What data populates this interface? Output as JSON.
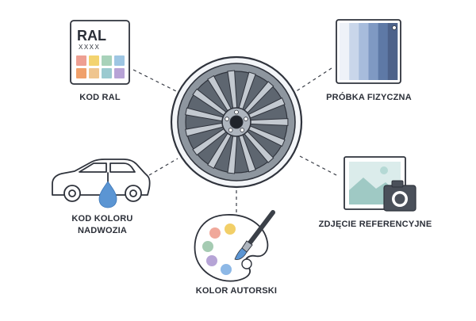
{
  "ral": {
    "card_title": "RAL",
    "card_code": "XXXX",
    "label": "KOD RAL",
    "swatches": [
      "#ee9f92",
      "#f3d36f",
      "#a8d2ba",
      "#9ec6e3",
      "#f0a06a",
      "#efc58f",
      "#9bcad0",
      "#b7a3d6"
    ]
  },
  "physical_sample": {
    "label": "PRÓBKA FIZYCZNA",
    "strips": [
      "#eef2f8",
      "#c9d6ea",
      "#a7bcdc",
      "#7f99c3",
      "#5e79a6",
      "#4d628a"
    ]
  },
  "car_color": {
    "label_line1": "KOD KOLORU",
    "label_line2": "NADWOZIA",
    "drop_color": "#5b95d3"
  },
  "reference_photo": {
    "label": "ZDJĘCIE REFERENCYJNE"
  },
  "custom_color": {
    "label": "KOLOR AUTORSKI",
    "paint_dots": [
      "#f0a89a",
      "#f2cf68",
      "#a5cbb2",
      "#b6a4d6",
      "#8db8e6"
    ]
  },
  "colors": {
    "outline": "#2f333c",
    "rim": "#8a929c",
    "rim_dark": "#555c66",
    "spoke": "#aeb5be"
  }
}
